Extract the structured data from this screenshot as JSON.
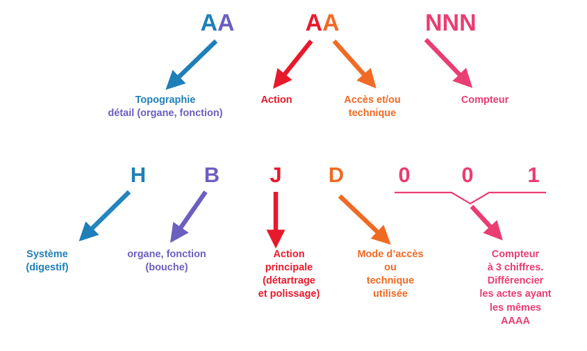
{
  "diagram": {
    "type": "code-structure-breakdown",
    "language": "fr",
    "colors": {
      "blue": "#1f7fb8",
      "purple": "#6b5fc0",
      "red": "#e8192c",
      "orange": "#f06a24",
      "pink": "#ea3d72",
      "background": "#ffffff"
    },
    "rows": [
      {
        "id": "generic-row",
        "tokens": [
          {
            "id": "token-aa-topo",
            "parts": [
              {
                "text": "A",
                "color": "blue"
              },
              {
                "text": "A",
                "color": "purple"
              }
            ]
          },
          {
            "id": "token-aa-action",
            "parts": [
              {
                "text": "A",
                "color": "red"
              },
              {
                "text": "A",
                "color": "orange"
              }
            ]
          },
          {
            "id": "token-nnn",
            "parts": [
              {
                "text": "NNN",
                "color": "pink"
              }
            ]
          }
        ],
        "labels": [
          {
            "id": "label-topographie",
            "line1": "Topographie",
            "line1_color": "blue",
            "line2": "détail (organe, fonction)",
            "line2_color": "purple"
          },
          {
            "id": "label-action",
            "line1": "Action",
            "line1_color": "red",
            "line2": "",
            "line2_color": "red"
          },
          {
            "id": "label-acces",
            "line1": "Accès et/ou",
            "line1_color": "orange",
            "line2": "technique",
            "line2_color": "orange"
          },
          {
            "id": "label-compteur",
            "line1": "Compteur",
            "line1_color": "pink",
            "line2": "",
            "line2_color": "pink"
          }
        ]
      },
      {
        "id": "example-row",
        "tokens": [
          {
            "id": "token-h",
            "parts": [
              {
                "text": "H",
                "color": "blue"
              }
            ]
          },
          {
            "id": "token-b",
            "parts": [
              {
                "text": "B",
                "color": "purple"
              }
            ]
          },
          {
            "id": "token-j",
            "parts": [
              {
                "text": "J",
                "color": "red"
              }
            ]
          },
          {
            "id": "token-d",
            "parts": [
              {
                "text": "D",
                "color": "orange"
              }
            ]
          },
          {
            "id": "token-digit-0-a",
            "parts": [
              {
                "text": "0",
                "color": "pink"
              }
            ]
          },
          {
            "id": "token-digit-0-b",
            "parts": [
              {
                "text": "0",
                "color": "pink"
              }
            ]
          },
          {
            "id": "token-digit-1",
            "parts": [
              {
                "text": "1",
                "color": "pink"
              }
            ]
          }
        ],
        "labels": [
          {
            "id": "label-systeme",
            "lines": [
              "Système",
              "(digestif)"
            ],
            "color": "blue"
          },
          {
            "id": "label-organe",
            "lines": [
              "organe, fonction",
              "(bouche)"
            ],
            "color": "purple"
          },
          {
            "id": "label-action-principale",
            "lines": [
              "Action",
              "principale",
              "(détartrage",
              "et polissage)"
            ],
            "color": "red"
          },
          {
            "id": "label-mode-acces",
            "lines": [
              "Mode d’accès",
              "ou",
              "technique",
              "utilisée"
            ],
            "color": "orange"
          },
          {
            "id": "label-compteur-detail",
            "lines": [
              "Compteur",
              "à 3 chiffres.",
              "Différencier",
              "les actes ayant",
              "les mêmes",
              "AAAA"
            ],
            "color": "pink"
          }
        ]
      }
    ]
  }
}
